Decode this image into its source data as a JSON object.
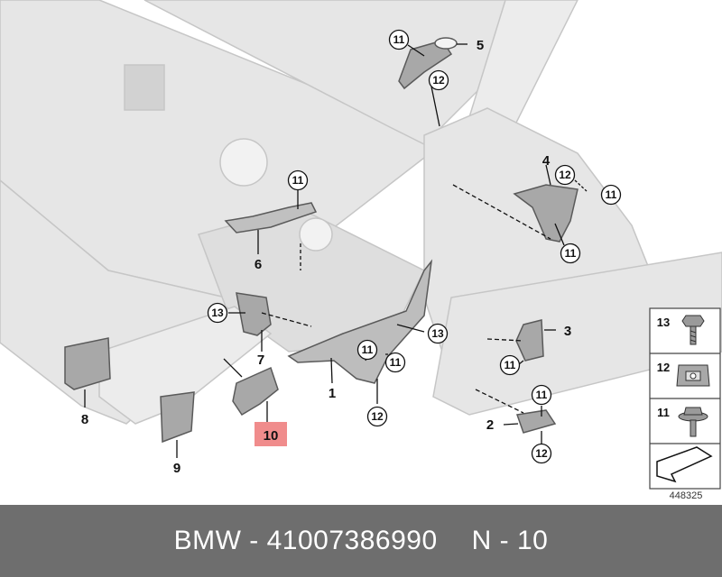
{
  "callouts": {
    "c1": "1",
    "c2": "2",
    "c3": "3",
    "c4": "4",
    "c5": "5",
    "c6": "6",
    "c7": "7",
    "c8": "8",
    "c9": "9",
    "c10": "10",
    "c11": "11",
    "c12": "12",
    "c13": "13"
  },
  "legend": {
    "items": [
      {
        "number": "13",
        "icon": "screw-icon"
      },
      {
        "number": "12",
        "icon": "clip-nut-icon"
      },
      {
        "number": "11",
        "icon": "flange-bolt-icon"
      }
    ],
    "arrow_icon": "direction-arrow-icon"
  },
  "diagram_id": "448325",
  "footer": {
    "brand_part": "BMW - 41007386990",
    "position_label": "N - 10"
  },
  "colors": {
    "highlight": "#f08c8c",
    "body_fill": "#e6e6e6",
    "body_stroke": "#c4c4c4",
    "part_fill": "#a8a8a8",
    "footer_bg": "#6e6e6e"
  }
}
